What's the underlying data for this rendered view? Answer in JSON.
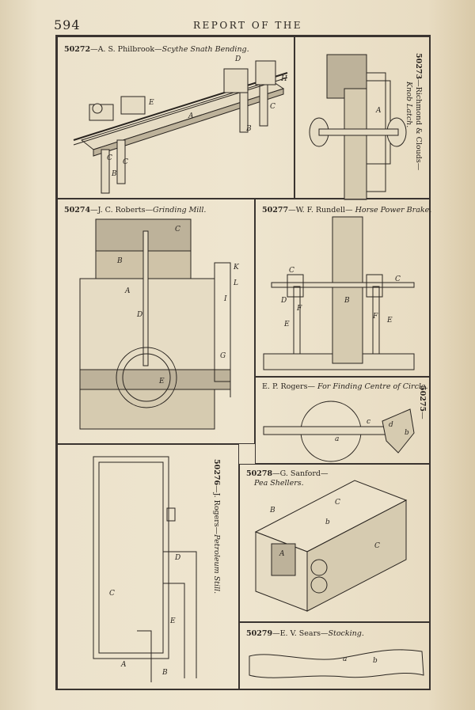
{
  "header": {
    "page_number": "594",
    "running_head": "REPORT OF THE"
  },
  "figures": {
    "f50272": {
      "number": "50272",
      "name": "A. S. Philbrook",
      "title": "Scythe Snath Bending."
    },
    "f50273": {
      "number": "50273",
      "name": "Richmond & Clouds",
      "title": "Knob Latch."
    },
    "f50274": {
      "number": "50274",
      "name": "J. C. Roberts",
      "title": "Grinding Mill."
    },
    "f50277": {
      "number": "50277",
      "name": "W. F. Rundell",
      "title": "Horse Power Brake."
    },
    "f50275": {
      "number": "50275",
      "name": "E. P. Rogers",
      "title": "For Finding Centre of Circle."
    },
    "f50276": {
      "number": "50276",
      "name": "J. Rogers",
      "title": "Petroleum Still."
    },
    "f50278": {
      "number": "50278",
      "name": "G. Sanford",
      "title": "Pea Shellers."
    },
    "f50279": {
      "number": "50279",
      "name": "E. V. Sears",
      "title": "Stocking."
    }
  },
  "sep": "—",
  "labels": {
    "A": "A",
    "B": "B",
    "C": "C",
    "D": "D",
    "E": "E",
    "F": "F",
    "G": "G",
    "H": "H",
    "I": "I",
    "K": "K",
    "L": "L",
    "a": "a",
    "b": "b",
    "c": "c",
    "d": "d"
  }
}
